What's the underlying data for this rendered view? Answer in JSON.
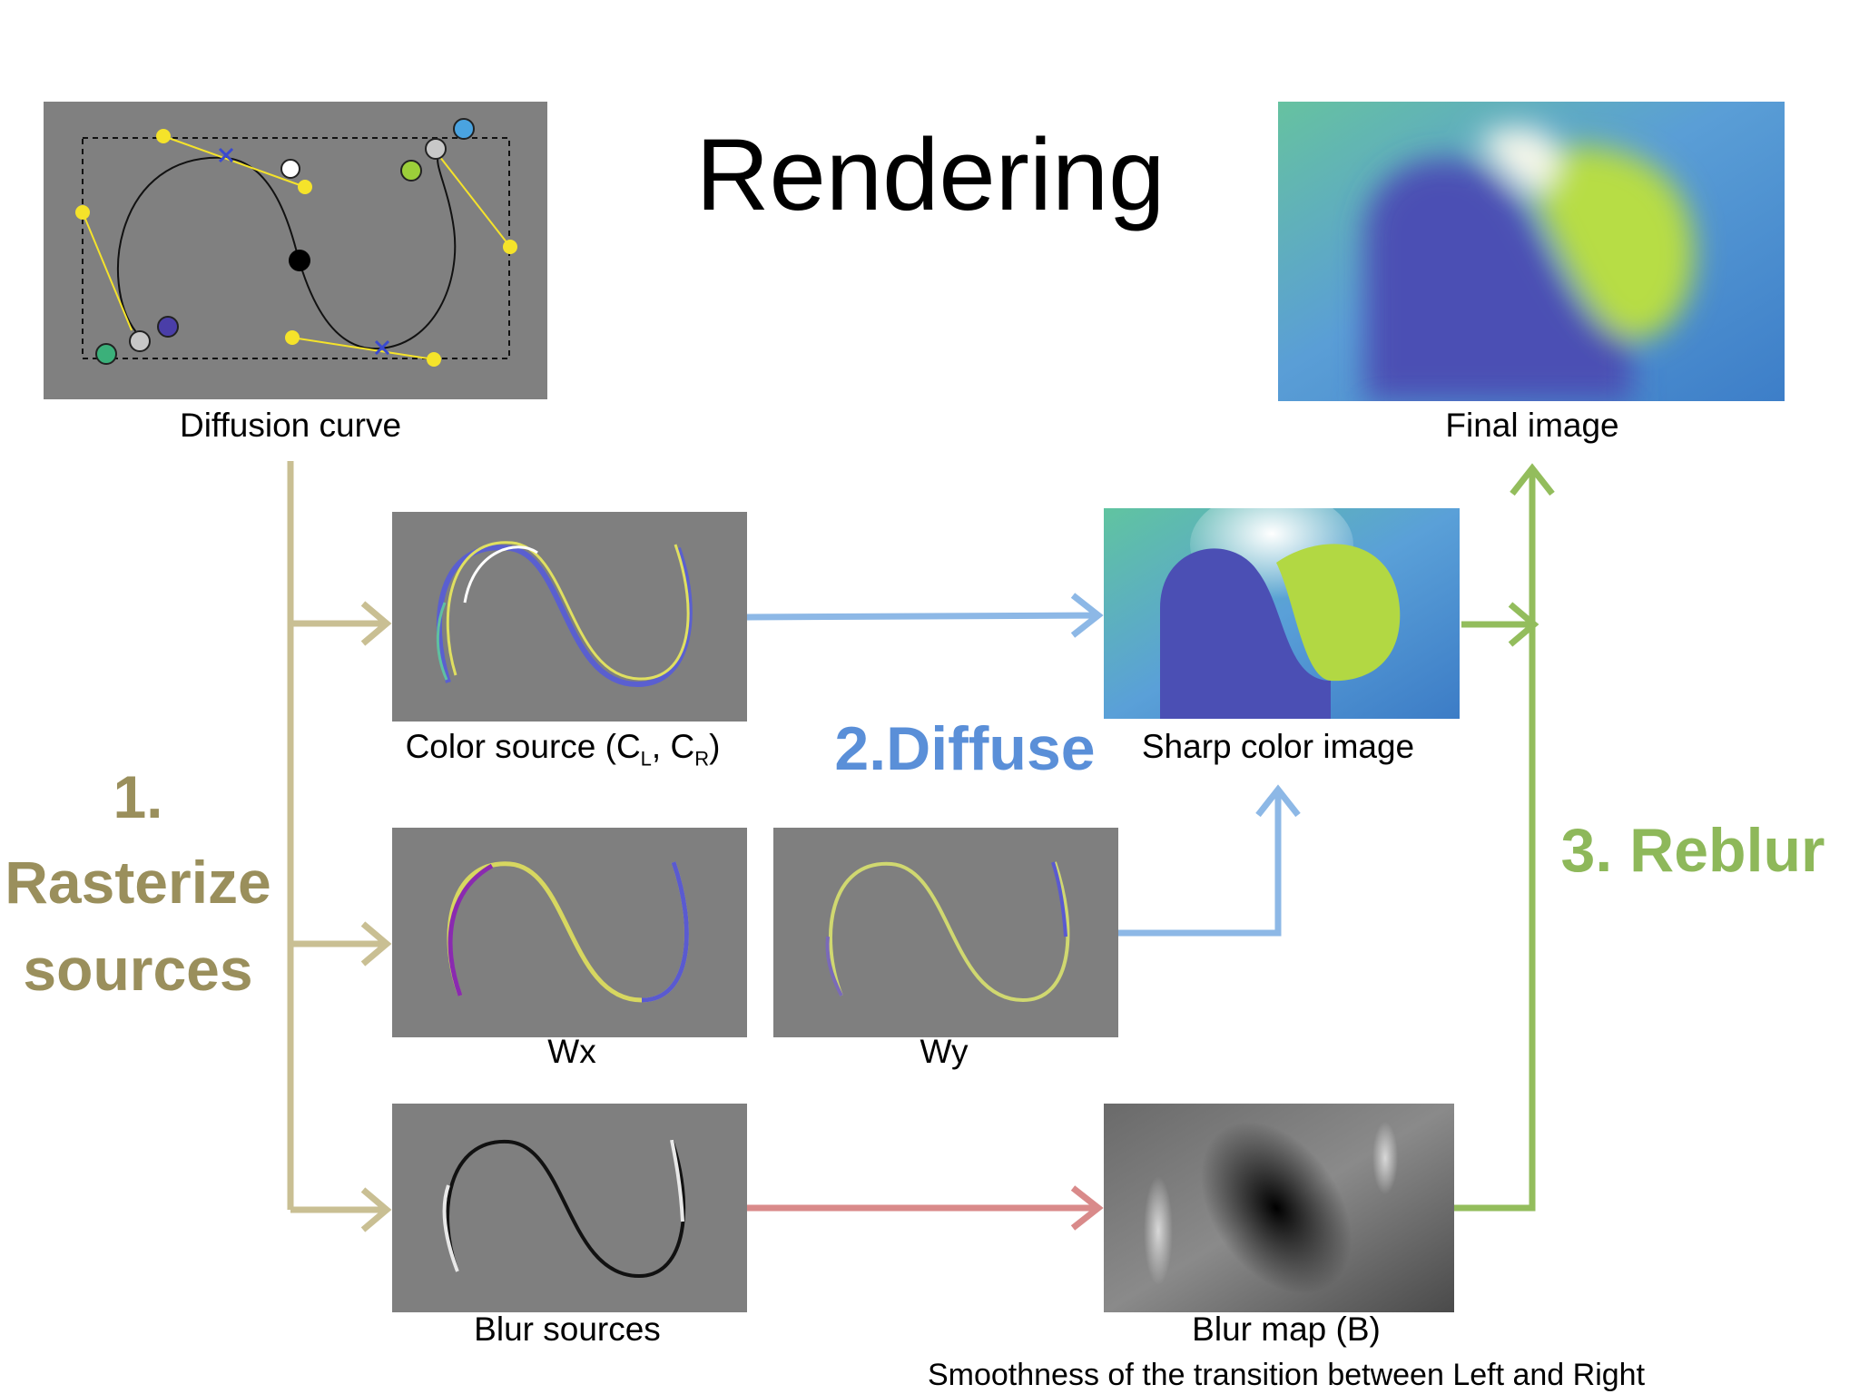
{
  "title": "Rendering",
  "colors": {
    "rasterize": "#9a8f5c",
    "rasterize_arrow": "#c9bf93",
    "diffuse": "#5a8fd8",
    "diffuse_arrow": "#8db8e6",
    "reblur": "#8eb85a",
    "reblur_arrow": "#93bd5c",
    "blur_arrow": "#d98a8a",
    "panel_gray": "#808080"
  },
  "labels": {
    "diffusion_curve": "Diffusion curve",
    "final_image": "Final image",
    "color_source_prefix": "Color source (C",
    "color_source_sub_l": "L",
    "color_source_mid": ", C",
    "color_source_sub_r": "R",
    "color_source_suffix": ")",
    "sharp_color_image": "Sharp color image",
    "wx": "Wx",
    "wy": "Wy",
    "blur_sources": "Blur sources",
    "blur_map": "Blur map (B)",
    "blur_map_caption": "Smoothness of the transition  between Left and Right"
  },
  "steps": {
    "rasterize_line1": "1.",
    "rasterize_line2": "Rasterize",
    "rasterize_line3": "sources",
    "diffuse": "2.Diffuse",
    "reblur": "3. Reblur"
  }
}
